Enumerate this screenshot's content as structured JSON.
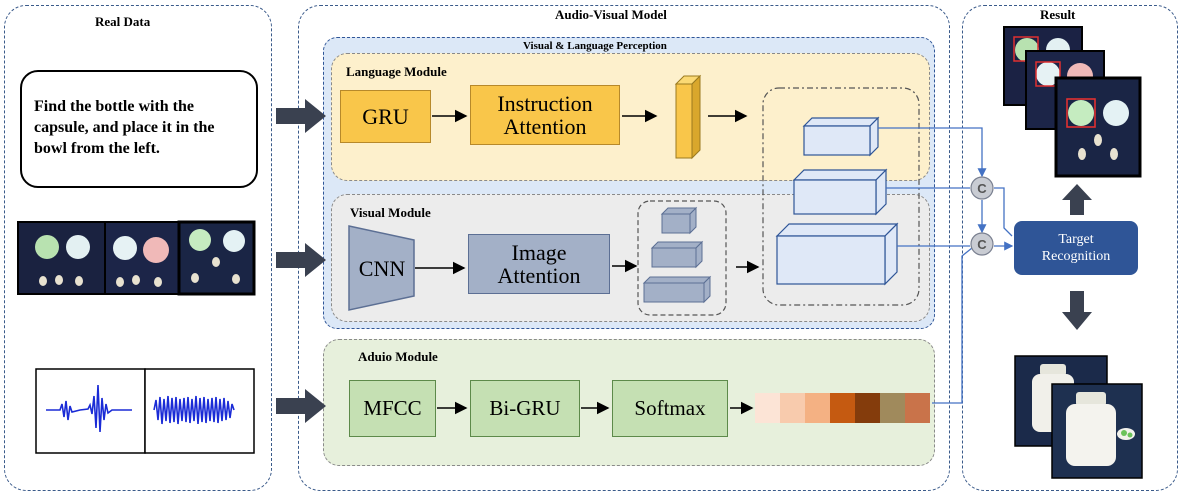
{
  "panels": {
    "real_data": "Real Data",
    "model": "Audio-Visual Model",
    "result": "Result",
    "perception": "Visual & Language Perception"
  },
  "modules": {
    "language": "Language Module",
    "visual": "Visual Module",
    "audio": "Aduio Module"
  },
  "instruction": "Find the bottle with the capsule, and place it in the bowl from the left.",
  "language_blocks": {
    "gru": "GRU",
    "attention": [
      "Instruction",
      "Attention"
    ]
  },
  "visual_blocks": {
    "cnn": "CNN",
    "attention": [
      "Image",
      "Attention"
    ]
  },
  "audio_blocks": {
    "mfcc": "MFCC",
    "bigru": "Bi-GRU",
    "softmax": "Softmax"
  },
  "target": [
    "Target",
    "Recognition"
  ],
  "operator_symbol": "C",
  "colors": {
    "language_bg": "#fdf0cc",
    "visual_bg": "#ececec",
    "audio_bg": "#e7f0dc",
    "perception_bg": "#dce8f7",
    "accent": "#2f5597",
    "audio_strip": [
      "#fce4d6",
      "#f8cbad",
      "#f4b183",
      "#c55a11",
      "#843c0c",
      "#a08a5c",
      "#c9734a"
    ]
  }
}
